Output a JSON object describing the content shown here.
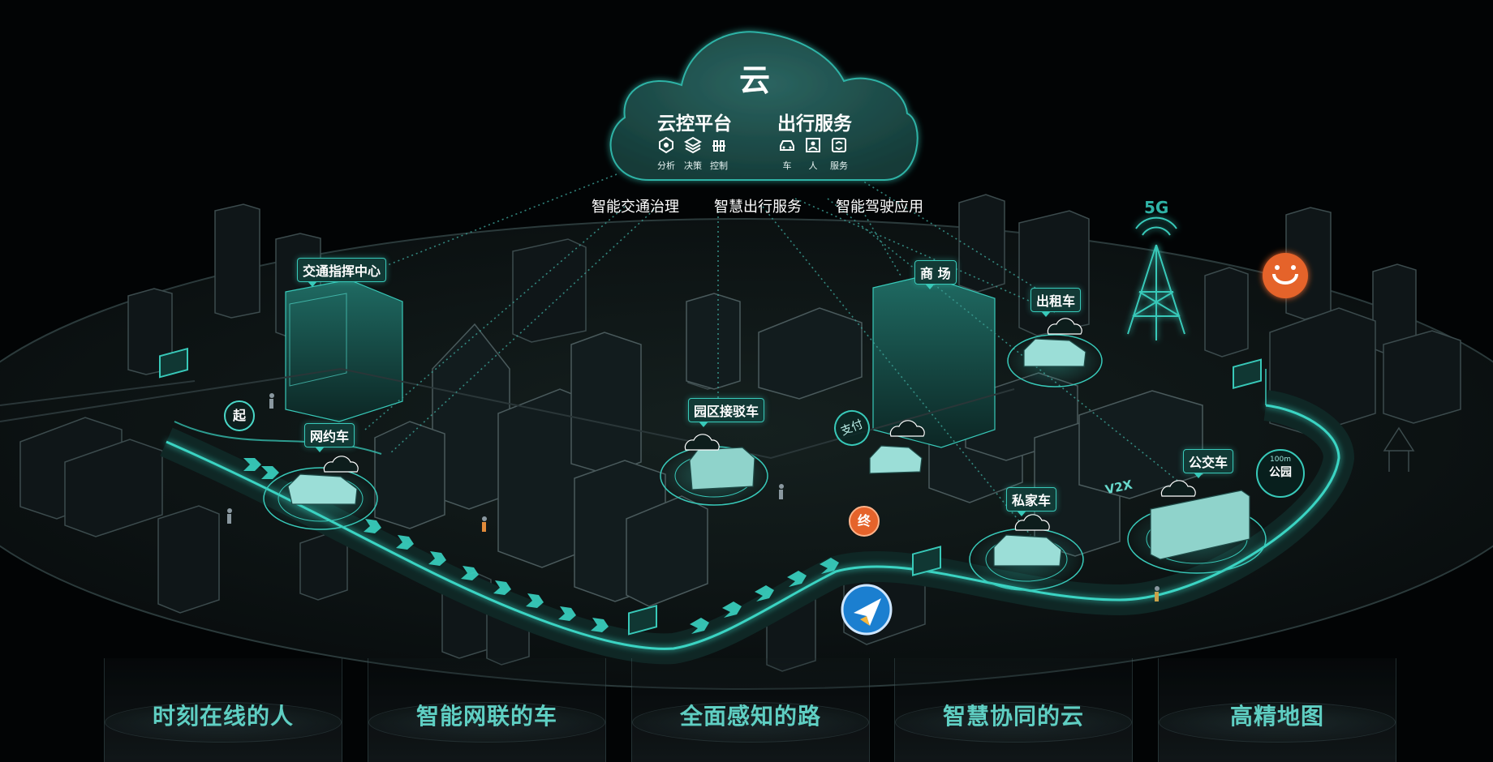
{
  "cloud": {
    "title": "云",
    "groups": [
      {
        "title": "云控平台",
        "items": [
          {
            "icon": "analysis-icon",
            "label": "分析"
          },
          {
            "icon": "decision-icon",
            "label": "决策"
          },
          {
            "icon": "control-icon",
            "label": "控制"
          }
        ]
      },
      {
        "title": "出行服务",
        "items": [
          {
            "icon": "car-icon",
            "label": "车"
          },
          {
            "icon": "person-icon",
            "label": "人"
          },
          {
            "icon": "service-icon",
            "label": "服务"
          }
        ]
      }
    ]
  },
  "services": [
    "智能交通治理",
    "智慧出行服务",
    "智能驾驶应用"
  ],
  "places": {
    "traffic_center": "交通指挥中心",
    "mall": "商 场",
    "taxi": "出租车",
    "ride_hailing": "网约车",
    "park_shuttle": "园区接驳车",
    "private_car": "私家车",
    "bus": "公交车"
  },
  "markers": {
    "start": "起",
    "end": "终",
    "pay": "支付",
    "v2x": "V2X",
    "five_g": "5G",
    "park_distance": "100m",
    "park_name": "公园"
  },
  "pillars": [
    "时刻在线的人",
    "智能网联的车",
    "全面感知的路",
    "智慧协同的云",
    "高精地图"
  ],
  "colors": {
    "accent": "#38c9b9",
    "cloud_fill": "#1e4a47",
    "background": "#000000",
    "orange": "#e5632b",
    "pillar_text": "#5fcfc3"
  }
}
